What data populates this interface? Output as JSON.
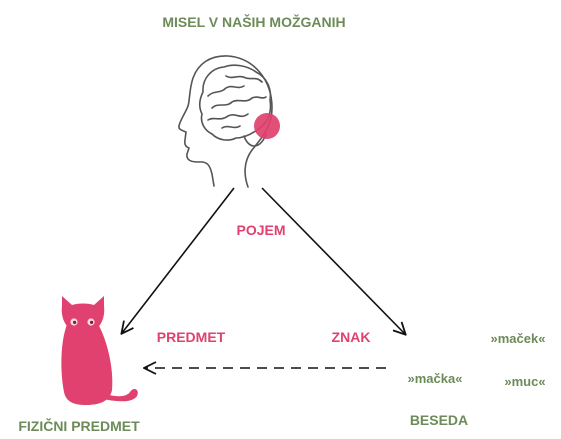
{
  "title": "MISEL V NAŠIH MOŽGANIH",
  "concept_label": "POJEM",
  "referent_label": "PREDMET",
  "sign_label": "ZNAK",
  "physical_object_label": "FIZIČNI PREDMET",
  "word_label": "BESEDA",
  "words": [
    "»maček«",
    "»mačka«",
    "»muc«"
  ],
  "colors": {
    "green": "#6d8b58",
    "pink": "#e0416e",
    "outline": "#555555",
    "arrow": "#111111"
  },
  "icons": {
    "head": "human-head-brain-icon",
    "cat": "cat-icon"
  }
}
